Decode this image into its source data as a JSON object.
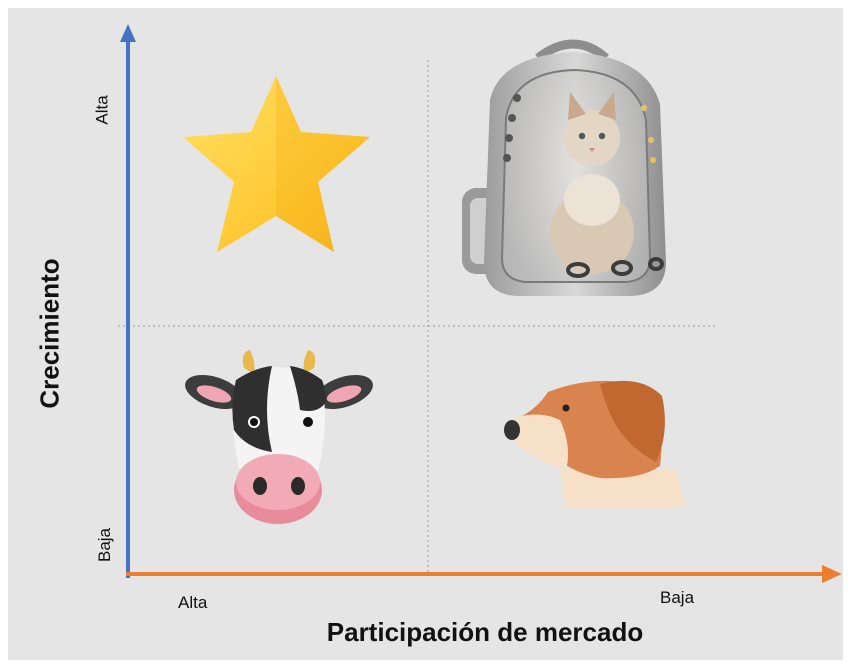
{
  "y_axis": {
    "title": "Crecimiento",
    "high_label": "Alta",
    "low_label": "Baja",
    "color": "#4472C4"
  },
  "x_axis": {
    "title": "Participación de mercado",
    "high_label": "Alta",
    "low_label": "Baja",
    "color": "#ED7D31"
  },
  "quadrants": {
    "top_left": {
      "icon": "star-icon"
    },
    "top_right": {
      "icon": "cat-backpack-image"
    },
    "bottom_left": {
      "icon": "cow-icon"
    },
    "bottom_right": {
      "icon": "dog-icon"
    }
  },
  "colors": {
    "background": "#E5E5E5",
    "divider": "#9A9A9A"
  }
}
